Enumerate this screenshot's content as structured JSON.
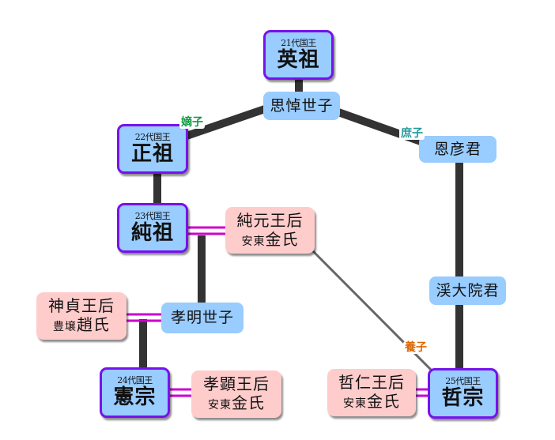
{
  "colors": {
    "king_fill": "#99ccff",
    "king_border": "#7711ee",
    "prince_fill": "#99ccff",
    "queen_fill": "#ffcccc",
    "descent_line": "#333333",
    "marriage_line": "#cc00cc",
    "adoption_line": "#666666",
    "legitimate_label": "#119944",
    "illegitimate_label": "#229999",
    "adopted_label": "#dd6600"
  },
  "nodes": {
    "yeongjo": {
      "generation": "21代国王",
      "name": "英祖"
    },
    "sado": {
      "name": "思悼世子"
    },
    "jeongjo": {
      "generation": "22代国王",
      "name": "正祖"
    },
    "euneongun": {
      "name": "恩彦君"
    },
    "sunjo": {
      "generation": "23代国王",
      "name": "純祖"
    },
    "sunwon": {
      "title": "純元王后",
      "clan_origin": "安東",
      "clan_name": "金氏"
    },
    "jeondaewongun": {
      "name": "渓大院君"
    },
    "sinjeong": {
      "title": "神貞王后",
      "clan_origin": "豊壌",
      "clan_name": "趙氏"
    },
    "hyomyeong": {
      "name": "孝明世子"
    },
    "heonjong": {
      "generation": "24代国王",
      "name": "憲宗"
    },
    "hyohyeon": {
      "title": "孝顕王后",
      "clan_origin": "安東",
      "clan_name": "金氏"
    },
    "cheorin": {
      "title": "哲仁王后",
      "clan_origin": "安東",
      "clan_name": "金氏"
    },
    "cheoljong": {
      "generation": "25代国王",
      "name": "哲宗"
    }
  },
  "edge_labels": {
    "legitimate": "嫡子",
    "illegitimate": "庶子",
    "adopted": "養子"
  }
}
